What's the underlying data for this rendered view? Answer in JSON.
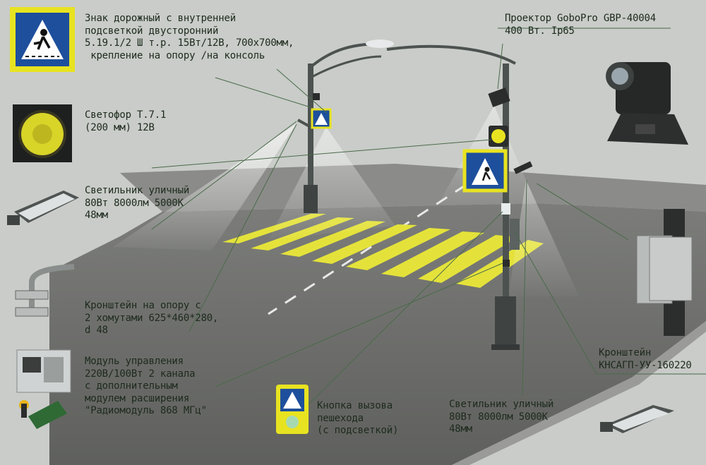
{
  "labels": {
    "road_sign": "Знак дорожный с внутренней\nподсветкой двусторонний\n5.19.1/2 Ш т.р. 15Вт/12В, 700х700мм,\n крепление на опору /на консоль",
    "projector": "Проектор GoboPro GBP-40004\n400 Вт. Ip65",
    "traffic_light": "Светофор Т.7.1\n(200 мм) 12В",
    "street_light_left": "Светильник уличный\n80Вт 8000лм 5000К\n48мм",
    "pole_bracket": "Кронштейн на опору с\n2 хомутами 625*460*280,\nd 48",
    "control_module": "Модуль управления\n220В/100Вт 2 канала\nс дополнительным\nмодулем расширения\n\"Радиомодуль 868 МГц\"",
    "call_button": "Кнопка вызова\nпешехода\n(с подсветкой)",
    "street_light_right": "Светильник уличный\n80Вт 8000лм 5000К\n48мм",
    "bracket_knsagp": "Кронштейн\nКНСАГП-УУ-160220"
  },
  "colors": {
    "background": "#c9ccc8",
    "road": "#6e6f6c",
    "crosswalk": "#e4e23a",
    "sign_blue": "#1e4f9c",
    "sign_yellow": "#e8e321",
    "pole": "#4c5250",
    "leader_line": "#4a6a4a"
  }
}
